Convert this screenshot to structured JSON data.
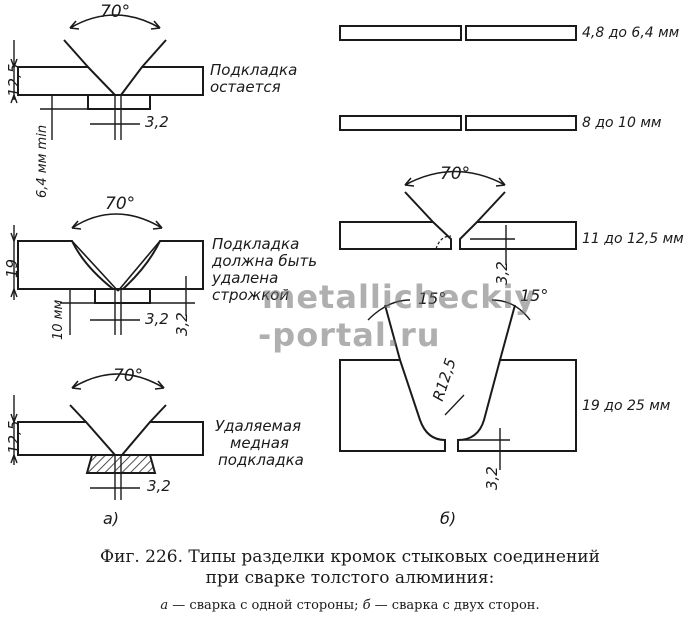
{
  "angles": {
    "a1": "70°",
    "a2": "70°",
    "a3": "70°",
    "b1": "70°",
    "b2": "15°",
    "b3": "15°"
  },
  "dims": {
    "a1_thickness": "12,5",
    "a1_min": "6,4 мм min",
    "a1_gap": "3,2",
    "a2_thickness": "19",
    "a2_backing": "10 мм",
    "a2_gap": "3,2",
    "a2_side": "3,2",
    "a3_thickness": "12,5",
    "a3_gap": "3,2",
    "b3_gap": "3,2",
    "b4_radius": "R12,5",
    "b4_gap": "3,2"
  },
  "notes": {
    "a1": [
      "Подкладка",
      "остается"
    ],
    "a2": [
      "Подкладка",
      "должна быть",
      "удалена",
      "строжкой"
    ],
    "a3": [
      "Удаляемая",
      "медная",
      "подкладка"
    ]
  },
  "ranges": {
    "b1": "4,8 до 6,4 мм",
    "b2": "8 до 10 мм",
    "b3": "11 до 12,5 мм",
    "b4": "19 до 25 мм"
  },
  "panel_labels": {
    "a": "а)",
    "b": "б)"
  },
  "watermark": [
    "metallicheckiy",
    "-portal.ru"
  ],
  "caption": {
    "title_line1": "Фиг. 226. Типы разделки кромок стыковых соединений",
    "title_line2": "при сварке толстого алюминия:",
    "sub_a_letter": "а",
    "sub_a_text": " — сварка с одной стороны; ",
    "sub_b_letter": "б",
    "sub_b_text": " — сварка с двух сторон."
  }
}
